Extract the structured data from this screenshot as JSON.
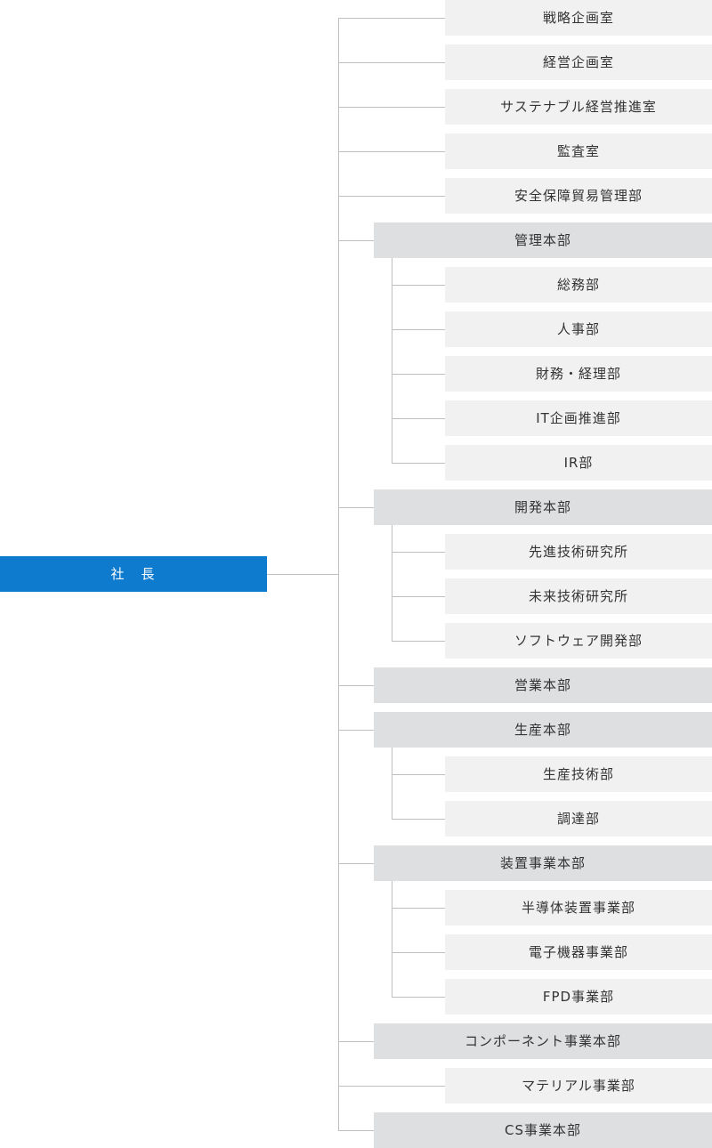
{
  "colors": {
    "ceo_bg": "#0e7bcf",
    "division_bg": "#dedfe1",
    "department_bg": "#f1f1f2",
    "line": "#bfbfbf",
    "text": "#333333"
  },
  "root": {
    "label": "社　長"
  },
  "nodes": [
    {
      "label": "戦略企画室",
      "kind": "dept",
      "children": []
    },
    {
      "label": "経営企画室",
      "kind": "dept",
      "children": []
    },
    {
      "label": "サステナブル経営推進室",
      "kind": "dept",
      "children": []
    },
    {
      "label": "監査室",
      "kind": "dept",
      "children": []
    },
    {
      "label": "安全保障貿易管理部",
      "kind": "dept",
      "children": []
    },
    {
      "label": "管理本部",
      "kind": "division",
      "children": [
        {
          "label": "総務部"
        },
        {
          "label": "人事部"
        },
        {
          "label": "財務・経理部"
        },
        {
          "label": "IT企画推進部"
        },
        {
          "label": "IR部"
        }
      ]
    },
    {
      "label": "開発本部",
      "kind": "division",
      "children": [
        {
          "label": "先進技術研究所"
        },
        {
          "label": "未来技術研究所"
        },
        {
          "label": "ソフトウェア開発部"
        }
      ]
    },
    {
      "label": "営業本部",
      "kind": "division",
      "children": []
    },
    {
      "label": "生産本部",
      "kind": "division",
      "children": [
        {
          "label": "生産技術部"
        },
        {
          "label": "調達部"
        }
      ]
    },
    {
      "label": "装置事業本部",
      "kind": "division",
      "children": [
        {
          "label": "半導体装置事業部"
        },
        {
          "label": "電子機器事業部"
        },
        {
          "label": "FPD事業部"
        }
      ]
    },
    {
      "label": "コンポーネント事業本部",
      "kind": "division",
      "children": []
    },
    {
      "label": "マテリアル事業部",
      "kind": "dept",
      "children": []
    },
    {
      "label": "CS事業本部",
      "kind": "division",
      "children": []
    }
  ]
}
